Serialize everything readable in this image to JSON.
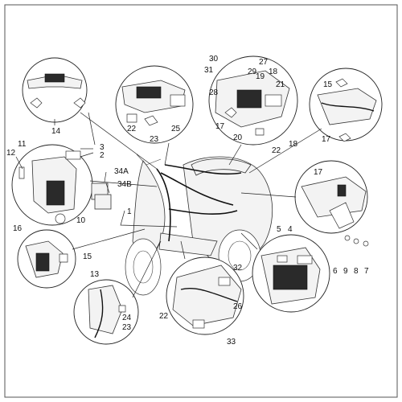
{
  "callouts": [
    {
      "id": "c1",
      "text": "1"
    },
    {
      "id": "c2",
      "text": "2"
    },
    {
      "id": "c3",
      "text": "3"
    },
    {
      "id": "c4",
      "text": "4"
    },
    {
      "id": "c5",
      "text": "5"
    },
    {
      "id": "c6",
      "text": "6"
    },
    {
      "id": "c7",
      "text": "7"
    },
    {
      "id": "c8",
      "text": "8"
    },
    {
      "id": "c9",
      "text": "9"
    },
    {
      "id": "c10",
      "text": "10"
    },
    {
      "id": "c11",
      "text": "11"
    },
    {
      "id": "c12",
      "text": "12"
    },
    {
      "id": "c13",
      "text": "13"
    },
    {
      "id": "c14",
      "text": "14"
    },
    {
      "id": "c15a",
      "text": "15"
    },
    {
      "id": "c15b",
      "text": "15"
    },
    {
      "id": "c16",
      "text": "16"
    },
    {
      "id": "c17a",
      "text": "17"
    },
    {
      "id": "c17b",
      "text": "17"
    },
    {
      "id": "c17c",
      "text": "17"
    },
    {
      "id": "c18a",
      "text": "18"
    },
    {
      "id": "c18b",
      "text": "18"
    },
    {
      "id": "c19",
      "text": "19"
    },
    {
      "id": "c20",
      "text": "20"
    },
    {
      "id": "c21",
      "text": "21"
    },
    {
      "id": "c22a",
      "text": "22"
    },
    {
      "id": "c22b",
      "text": "22"
    },
    {
      "id": "c22c",
      "text": "22"
    },
    {
      "id": "c23a",
      "text": "23"
    },
    {
      "id": "c23b",
      "text": "23"
    },
    {
      "id": "c24",
      "text": "24"
    },
    {
      "id": "c25",
      "text": "25"
    },
    {
      "id": "c26",
      "text": "26"
    },
    {
      "id": "c27",
      "text": "27"
    },
    {
      "id": "c28",
      "text": "28"
    },
    {
      "id": "c29",
      "text": "29"
    },
    {
      "id": "c30",
      "text": "30"
    },
    {
      "id": "c31",
      "text": "31"
    },
    {
      "id": "c32",
      "text": "32"
    },
    {
      "id": "c33",
      "text": "33"
    },
    {
      "id": "c34a",
      "text": "34A"
    },
    {
      "id": "c34b",
      "text": "34B"
    }
  ]
}
